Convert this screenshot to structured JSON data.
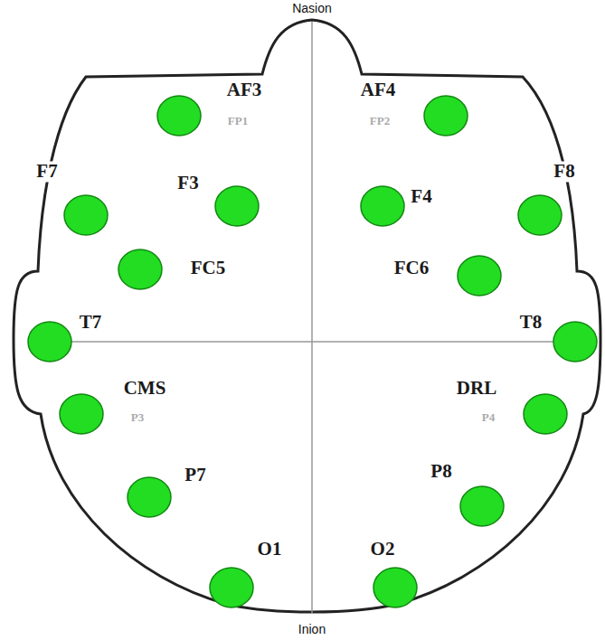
{
  "diagram": {
    "labels": [
      "Nasion",
      "AF3",
      "FP1",
      "AF4",
      "FP2",
      "F7",
      "F3",
      "F4",
      "F8",
      "FC5",
      "FC6",
      "T7",
      "T8",
      "CMS",
      "P3",
      "DRL",
      "P4",
      "P7",
      "P8",
      "O1",
      "O2",
      "Inion"
    ]
  }
}
